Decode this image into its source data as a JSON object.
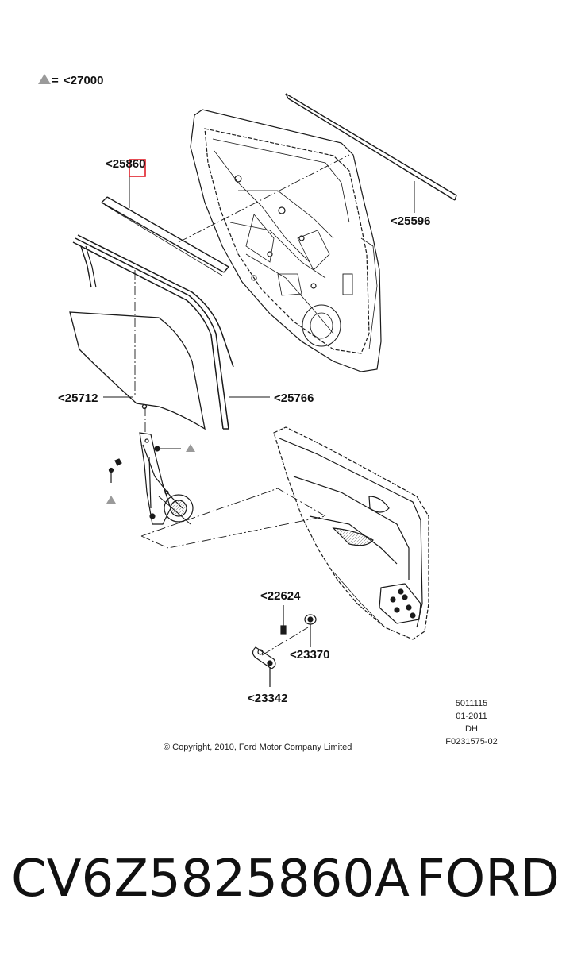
{
  "legend": {
    "symbol": "triangle",
    "equals": "=",
    "ref": "<27000"
  },
  "callouts": {
    "top_seal": "<25860",
    "outer_belt": "<25596",
    "glass": "<25712",
    "run_channel": "<25766",
    "handle_screw": "<22624",
    "bezel": "<23370",
    "crank": "<23342"
  },
  "stamp": {
    "line1": "5011115",
    "line2": "01-2011",
    "line3": "DH",
    "line4": "F0231575-02"
  },
  "copyright": "© Copyright, 2010, Ford Motor Company Limited",
  "caption": {
    "part_number": "CV6Z5825860A",
    "brand": "FORD"
  },
  "colors": {
    "line": "#1a1a1a",
    "highlight": "#e0202a",
    "triangle": "#9a9a9a"
  }
}
